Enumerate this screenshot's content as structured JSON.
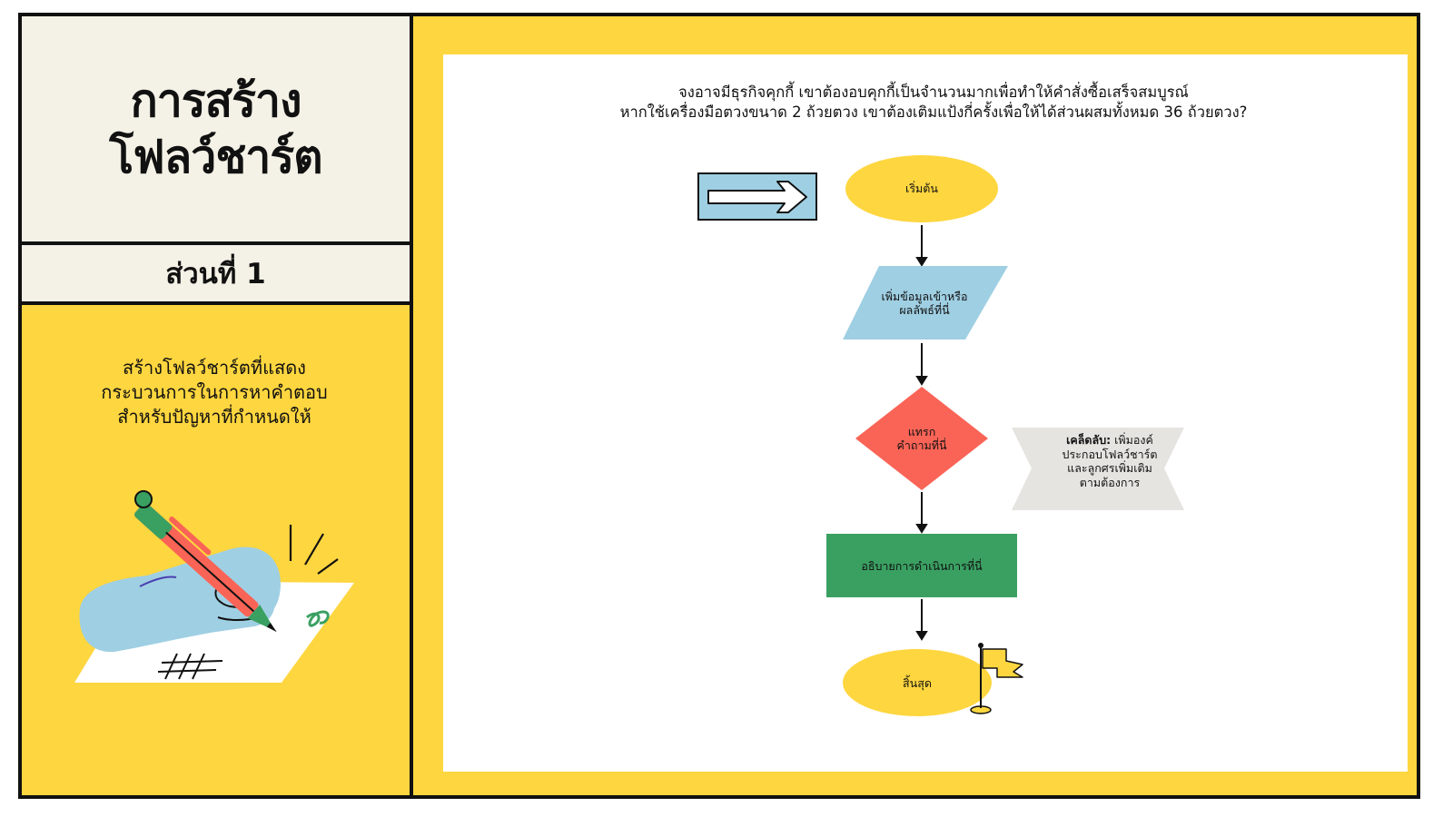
{
  "sidebar": {
    "title": "การสร้าง\nโฟลว์ชาร์ต",
    "section_label": "ส่วนที่ 1",
    "description": "สร้างโฟลว์ชาร์ตที่แสดง\nกระบวนการในการหาคำตอบ\nสำหรับปัญหาที่กำหนดให้"
  },
  "main": {
    "question": "จงอาจมีธุรกิจคุกกี้ เขาต้องอบคุกกี้เป็นจำนวนมากเพื่อทำให้คำสั่งซื้อเสร็จสมบูรณ์\nหากใช้เครื่องมือตวงขนาด 2 ถ้วยตวง เขาต้องเติมแป้งกี่ครั้งเพื่อให้ได้ส่วนผสมทั้งหมด 36 ถ้วยตวง?",
    "flowchart": {
      "start": "เริ่มต้น",
      "input": "เพิ่มข้อมูลเข้าหรือ\nผลลัพธ์ที่นี่",
      "decision": "แทรก\nคำถามที่นี่",
      "process": "อธิบายการดำเนินการที่นี่",
      "end": "สิ้นสุด"
    },
    "tip": {
      "bold": "เคล็ดลับ:",
      "text": " เพิ่มองค์\nประกอบโฟลว์ชาร์ต\nและลูกศรเพิ่มเติม\nตามต้องการ"
    }
  },
  "colors": {
    "yellow": "#fed63f",
    "cream": "#f4f1e6",
    "light_blue": "#9fcfe3",
    "red": "#fa6456",
    "green": "#3aa062",
    "tip_gray": "#e6e4e0",
    "ink": "#111111"
  },
  "icons": [
    "arrow-right-icon",
    "flag-icon",
    "hand-writing-illustration"
  ]
}
